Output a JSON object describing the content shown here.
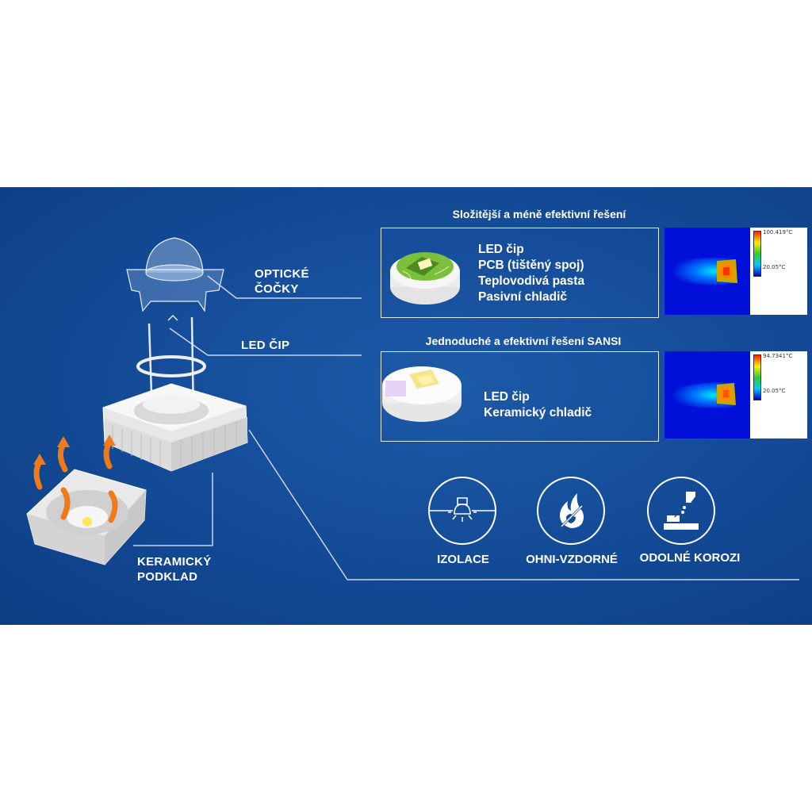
{
  "labels": {
    "optical": "OPTICKÉ",
    "optical2": "ČOČKY",
    "led": "LED ČIP",
    "ceramic": "KERAMICKÝ",
    "ceramic2": "PODKLAD"
  },
  "top": {
    "header": "Složitější a méně efektivní řešení",
    "items": [
      "LED čip",
      "PCB (tištěný spoj)",
      "Teplovodivá pasta",
      "Pasivní chladič"
    ],
    "scale_max": "100.419°C",
    "scale_min": "20.05°C"
  },
  "bottom": {
    "header": "Jednoduché a efektivní řešení SANSI",
    "items": [
      "LED čip",
      "Keramický chladič"
    ],
    "scale_max": "94.7341°C",
    "scale_min": "20.05°C"
  },
  "features": [
    {
      "label": "IZOLACE",
      "icon": "lamp-insulation-icon"
    },
    {
      "label": "OHNI-VZDORNÉ",
      "icon": "flame-icon"
    },
    {
      "label": "ODOLNÉ KOROZI",
      "icon": "corrosion-icon"
    }
  ],
  "colors": {
    "panel": "#134a96",
    "accent_orange": "#f07a1a",
    "text": "#ffffff"
  }
}
